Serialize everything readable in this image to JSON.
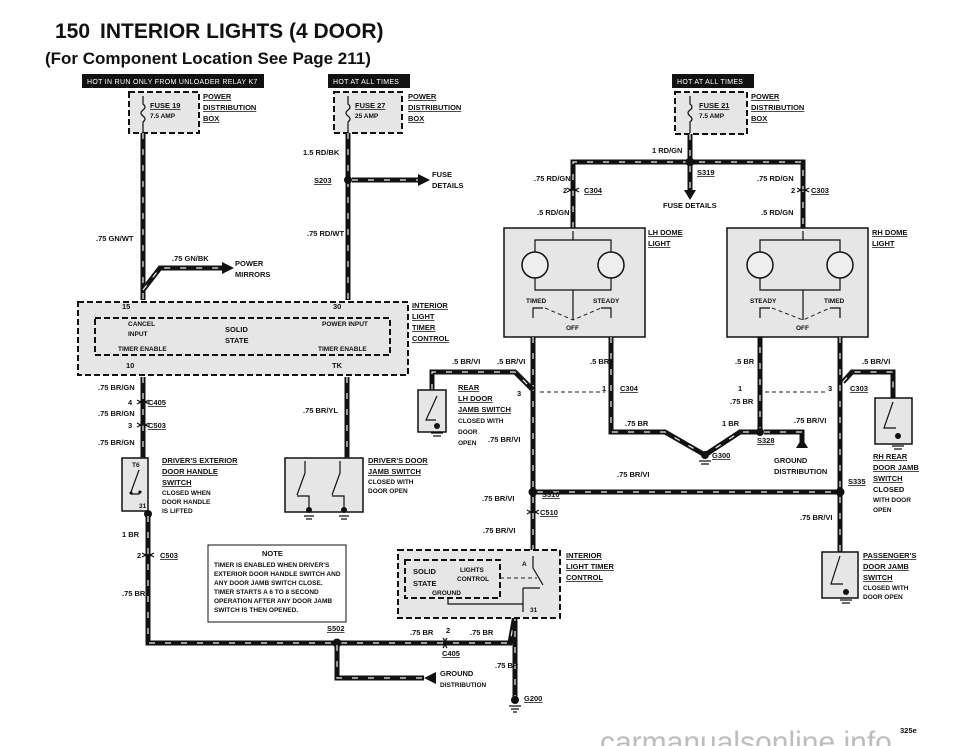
{
  "header": {
    "page_number": "150",
    "title": "INTERIOR LIGHTS (4 DOOR)",
    "subtitle": "(For Component Location See Page 211)"
  },
  "hot_labels": [
    "HOT IN RUN ONLY FROM UNLOADER RELAY K7",
    "HOT AT ALL TIMES",
    "HOT AT ALL TIMES"
  ],
  "fuses": [
    {
      "name": "FUSE 19",
      "rating": "7.5 AMP"
    },
    {
      "name": "FUSE 27",
      "rating": "25 AMP"
    },
    {
      "name": "FUSE 21",
      "rating": "7.5 AMP"
    }
  ],
  "pdb": [
    "POWER",
    "DISTRIBUTION",
    "BOX"
  ],
  "wires": {
    "gn_wt": ".75 GN/WT",
    "gn_bk": ".75 GN/BK",
    "rd_bk": "1.5 RD/BK",
    "rd_wt": ".75 RD/WT",
    "br_gn": ".75 BR/GN",
    "br_yl": ".75 BR/YL",
    "br1": "1 BR",
    "br075": ".75 BR",
    "rd_gn075": ".75 RD/GN",
    "rd_gn05": ".5 RD/GN",
    "rd_gn1": "1 RD/GN",
    "br_vi05": ".5 BR/VI",
    "br05": ".5 BR",
    "br_vi075": ".75 BR/VI"
  },
  "splices": {
    "s203": "S203",
    "s319": "S319",
    "s328": "S328",
    "s310": "S310",
    "s335": "S335",
    "s502": "S502"
  },
  "connectors": {
    "c405": "C405",
    "c503": "C503",
    "c304": "C304",
    "c303": "C303",
    "c510": "C510"
  },
  "grounds": {
    "g300": "G300",
    "g200": "G200"
  },
  "pins": {
    "p15": "15",
    "p30": "30",
    "p10": "10",
    "tk": "TK",
    "t6": "T6",
    "p31": "31",
    "pa": "A",
    "p1": "1",
    "p2": "2",
    "p3": "3",
    "p4": "4"
  },
  "fuse_details": [
    "FUSE",
    "DETAILS"
  ],
  "fuse_details_2": "FUSE DETAILS",
  "power_mirrors": [
    "POWER",
    "MIRRORS"
  ],
  "ground_distribution": [
    "GROUND",
    "DISTRIBUTION"
  ],
  "timer": {
    "label": [
      "INTERIOR",
      "LIGHT",
      "TIMER",
      "CONTROL"
    ],
    "cancel_input": [
      "CANCEL",
      "INPUT"
    ],
    "solid_state": [
      "SOLID",
      "STATE"
    ],
    "power_input": "POWER INPUT",
    "timer_enable": "TIMER ENABLE"
  },
  "timer2": {
    "label": [
      "INTERIOR",
      "LIGHT TIMER",
      "CONTROL"
    ],
    "solid_state": [
      "SOLID",
      "STATE"
    ],
    "lights_control": [
      "LIGHTS",
      "CONTROL"
    ],
    "ground": "GROUND"
  },
  "lh_dome": {
    "label": [
      "LH DOME",
      "LIGHT"
    ],
    "timed": "TIMED",
    "steady": "STEADY",
    "off": "OFF"
  },
  "rh_dome": {
    "label": [
      "RH DOME",
      "LIGHT"
    ],
    "timed": "TIMED",
    "steady": "STEADY",
    "off": "OFF"
  },
  "switches": {
    "driver_ext": [
      "DRIVER'S EXTERIOR",
      "DOOR HANDLE",
      "SWITCH",
      "CLOSED WHEN",
      "DOOR HANDLE",
      "IS LIFTED"
    ],
    "driver_jamb": [
      "DRIVER'S DOOR",
      "JAMB SWITCH",
      "CLOSED WITH",
      "DOOR OPEN"
    ],
    "rear_lh": [
      "REAR",
      "LH DOOR",
      "JAMB SWITCH",
      "CLOSED WITH",
      "DOOR",
      "OPEN"
    ],
    "rh_rear": [
      "RH REAR",
      "DOOR JAMB",
      "SWITCH",
      "CLOSED",
      "WITH DOOR",
      "OPEN"
    ],
    "passenger": [
      "PASSENGER'S",
      "DOOR JAMB",
      "SWITCH",
      "CLOSED WITH",
      "DOOR OPEN"
    ]
  },
  "note": {
    "title": "NOTE",
    "lines": [
      "TIMER IS ENABLED WHEN DRIVER'S",
      "EXTERIOR DOOR HANDLE SWITCH AND",
      "ANY DOOR JAMB SWITCH CLOSE.",
      "TIMER STARTS A 6 TO 8 SECOND",
      "OPERATION AFTER ANY DOOR JAMB",
      "SWITCH IS THEN OPENED."
    ]
  },
  "figure_id": "325e",
  "watermark": "carmanualsonline.info"
}
